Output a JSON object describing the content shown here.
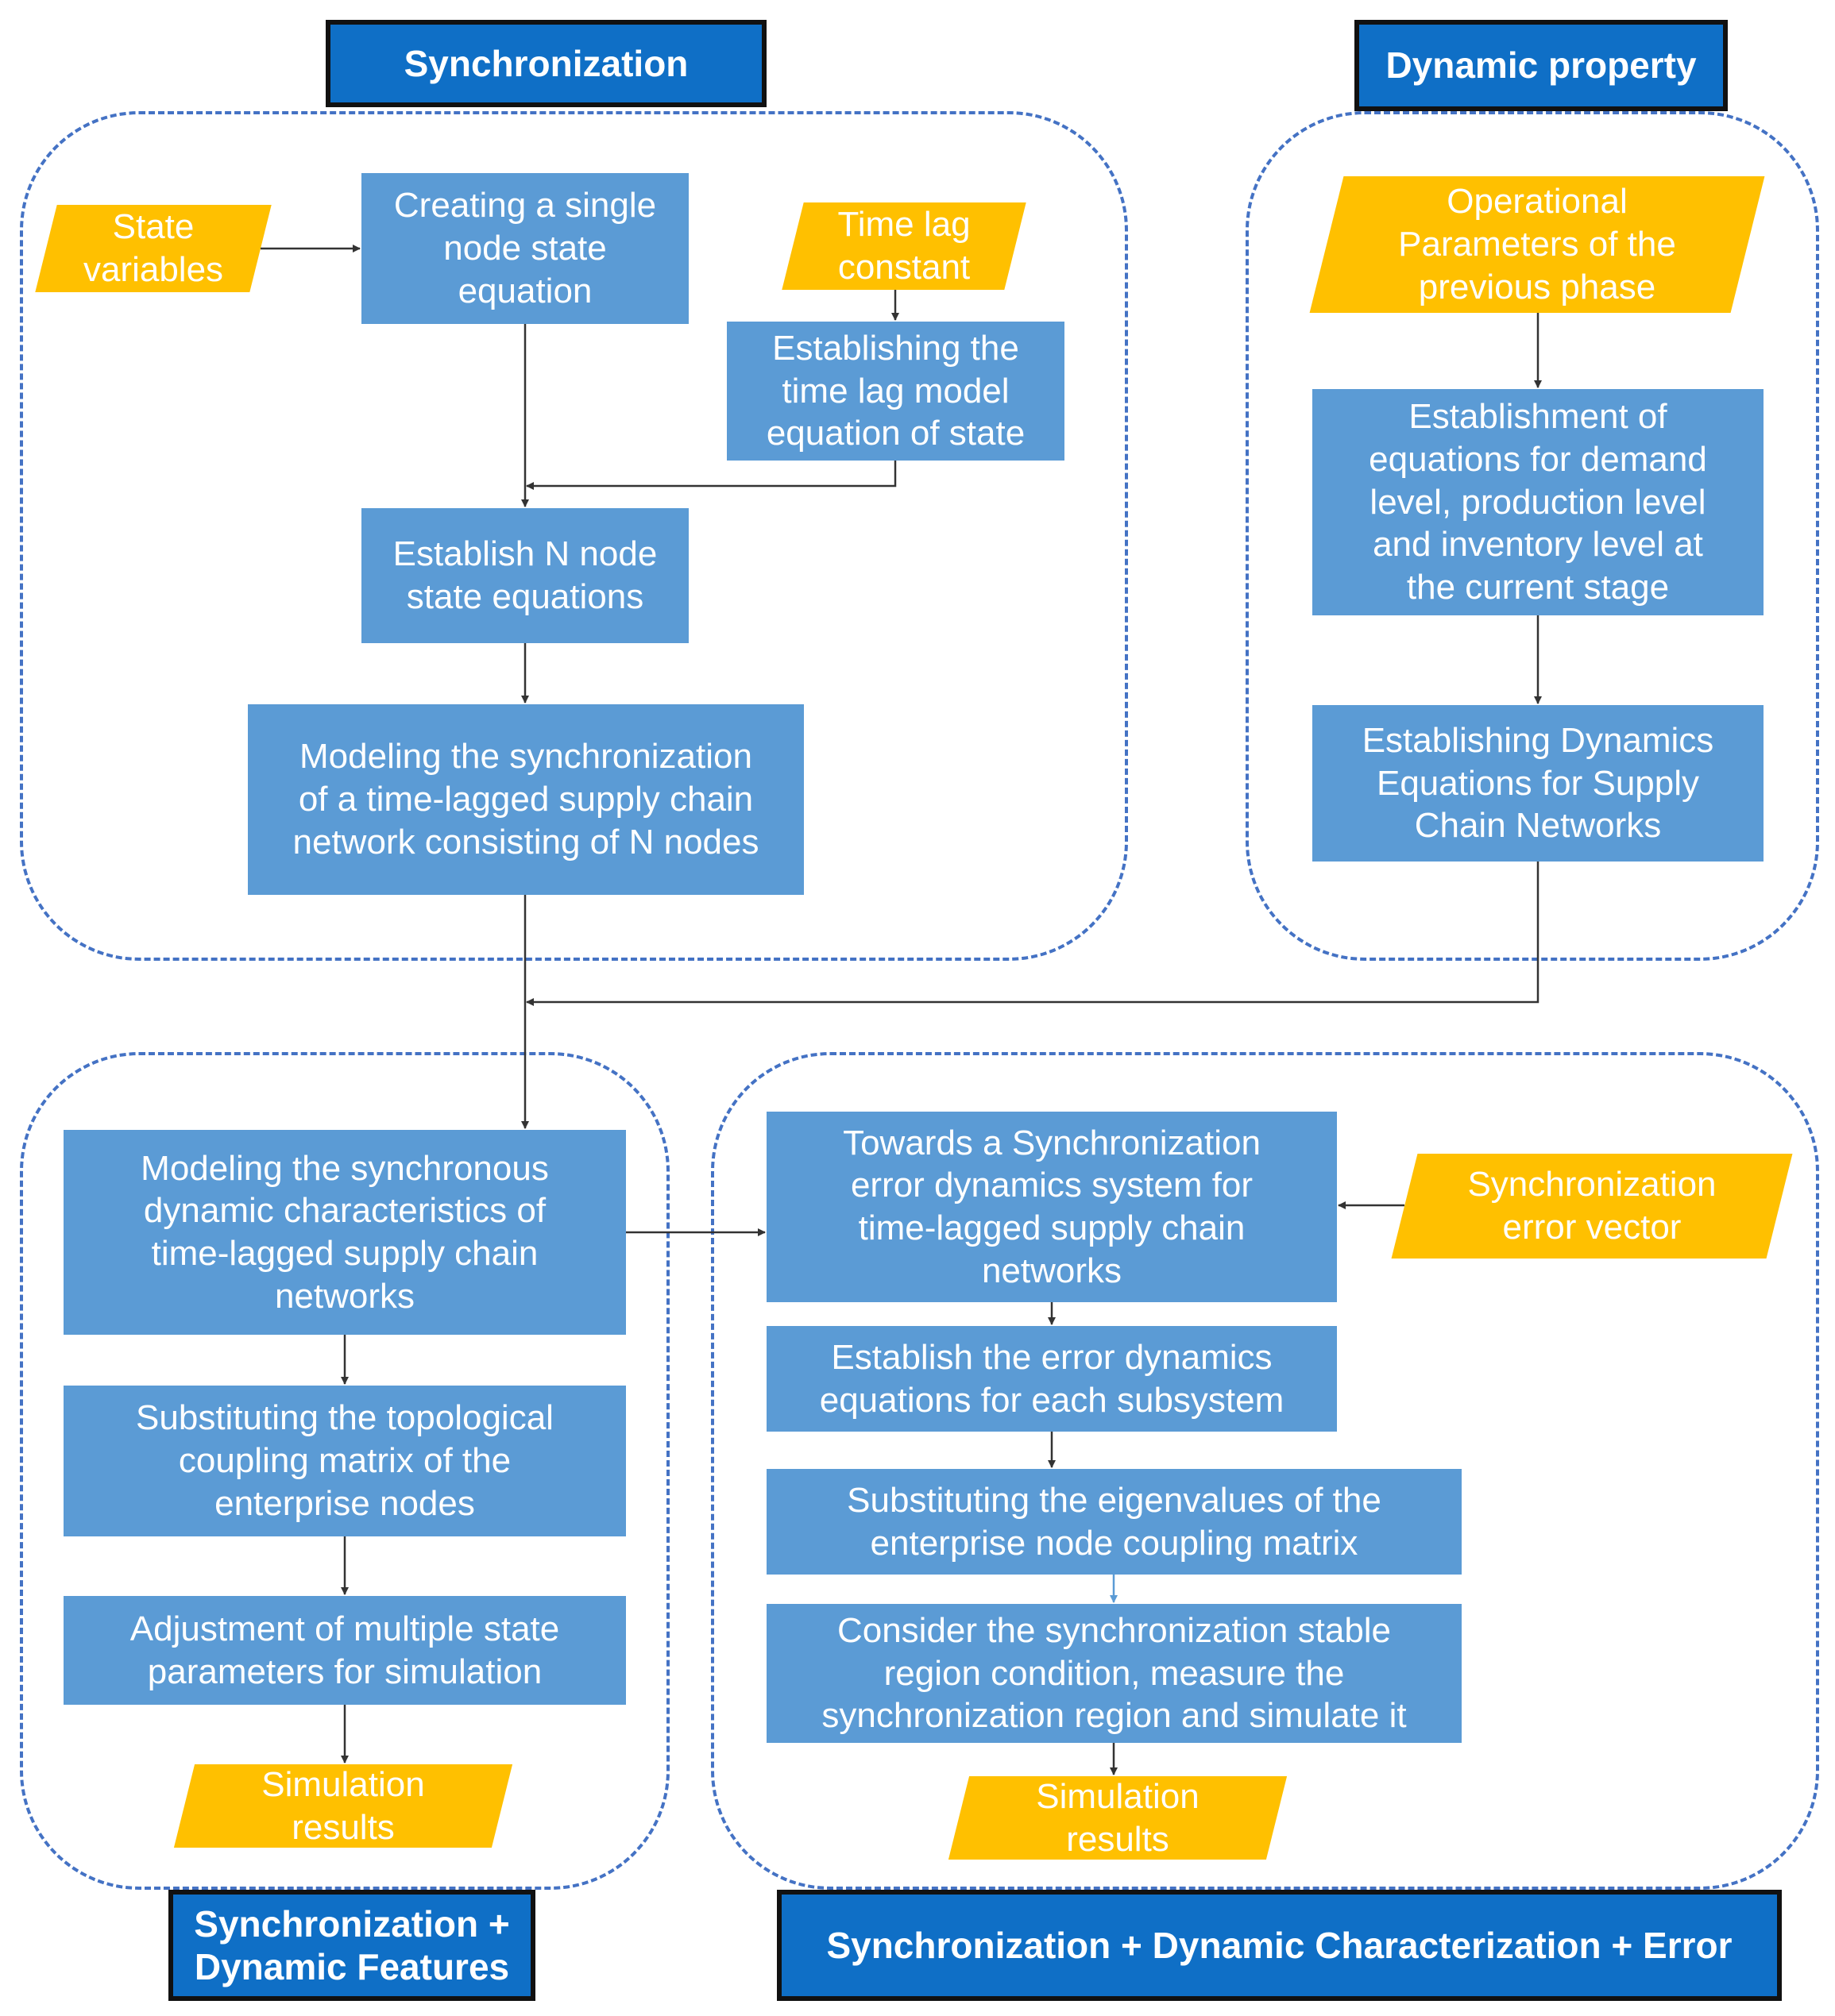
{
  "headers": {
    "sync": "Synchronization",
    "dynamic": "Dynamic property",
    "sync_dyn_features": "Synchronization +\nDynamic Features",
    "sync_dyn_error": "Synchronization + Dynamic Characterization + Error"
  },
  "inputs": {
    "state_variables": "State\nvariables",
    "time_lag_constant": "Time lag\nconstant",
    "operational_params": "Operational\nParameters of the\nprevious phase",
    "sync_error_vector": "Synchronization\nerror vector",
    "sim_results_left": "Simulation\nresults",
    "sim_results_right": "Simulation\nresults"
  },
  "boxes": {
    "single_node": "Creating a single\nnode state\nequation",
    "time_lag_model": "Establishing the\ntime lag model\nequation of state",
    "n_node": "Establish N node\nstate equations",
    "modeling_sync": "Modeling the synchronization\nof a time-lagged supply chain\nnetwork consisting of N nodes",
    "demand_levels": "Establishment of\nequations for demand\nlevel, production level\nand inventory level at\nthe current stage",
    "dynamics_eq": "Establishing Dynamics\nEquations for Supply\nChain Networks",
    "modeling_dyn_char": "Modeling the synchronous\ndynamic characteristics of\ntime-lagged supply chain\nnetworks",
    "topological": "Substituting the topological\ncoupling matrix of the\nenterprise nodes",
    "adjustment": "Adjustment of multiple state\nparameters for simulation",
    "towards_error": "Towards a Synchronization\nerror dynamics system for\ntime-lagged supply chain\nnetworks",
    "error_eq": "Establish the error dynamics\nequations for each subsystem",
    "eigenvalues": "Substituting the eigenvalues of the\nenterprise node coupling matrix",
    "stable_region": "Consider the synchronization stable\nregion condition, measure the\nsynchronization region and simulate it"
  },
  "colors": {
    "process_box": "#5B9BD5",
    "input_shape": "#FFC000",
    "header_fill": "#0F6FC6",
    "header_border": "#111111",
    "group_border": "#4472C4",
    "arrow": "#333333"
  }
}
